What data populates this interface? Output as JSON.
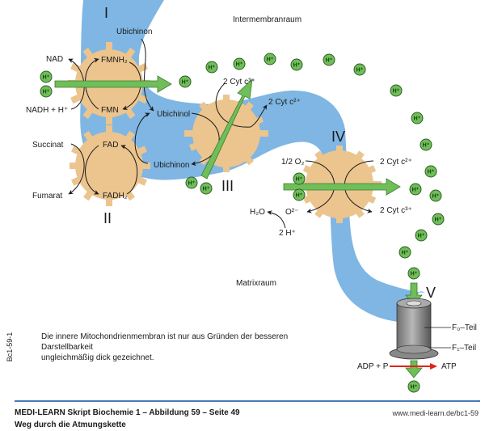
{
  "diagram": {
    "regions": {
      "intermembrane": "Intermembranraum",
      "matrix": "Matrixraum"
    },
    "complexes": {
      "I": {
        "numeral": "I",
        "top": "FMNH₂",
        "bottom": "FMN",
        "in_left": "NADH + H⁺",
        "out_left": "NAD",
        "in_right": "Ubichinon",
        "out_right": "Ubichinol"
      },
      "II": {
        "numeral": "II",
        "top": "FAD",
        "bottom": "FADH₂",
        "in_left": "Succinat",
        "out_left": "Fumarat",
        "in_right": "Ubichinon",
        "out_right": "Ubichinol"
      },
      "III": {
        "numeral": "III",
        "in": "Ubichinol",
        "out": "Ubichinon",
        "cyt_in": "2 Cyt c³⁺",
        "cyt_out": "2 Cyt c²⁺"
      },
      "IV": {
        "numeral": "IV",
        "o2": "1/2 O₂",
        "o2minus": "O²⁻",
        "h2o": "H₂O",
        "two_h": "2 H⁺",
        "cyt_in": "2 Cyt c²⁺",
        "cyt_out": "2 Cyt c³⁺"
      },
      "V": {
        "numeral": "V",
        "f0": "F₀–Teil",
        "f1": "F₁–Teil",
        "adp": "ADP + P",
        "atp": "ATP"
      }
    },
    "proton_label": "H⁺",
    "colors": {
      "membrane": "#7fb6e3",
      "complex": "#ebc48e",
      "arrow_green": "#6fbe5a",
      "proton": "#6fbe5a",
      "atp_arrow": "#e0241b",
      "rule": "#4a7bb7"
    }
  },
  "caption": {
    "line1": "Die innere Mitochondrienmembran ist nur aus Gründen der besseren Darstellbarkeit",
    "line2": "ungleichmäßig dick gezeichnet."
  },
  "side_code": "Bc1-59-1",
  "footer": {
    "title": "MEDI-LEARN Skript Biochemie 1 – Abbildung 59 – Seite 49",
    "subtitle": "Weg durch die Atmungskette",
    "url": "www.medi-learn.de/bc1-59"
  }
}
